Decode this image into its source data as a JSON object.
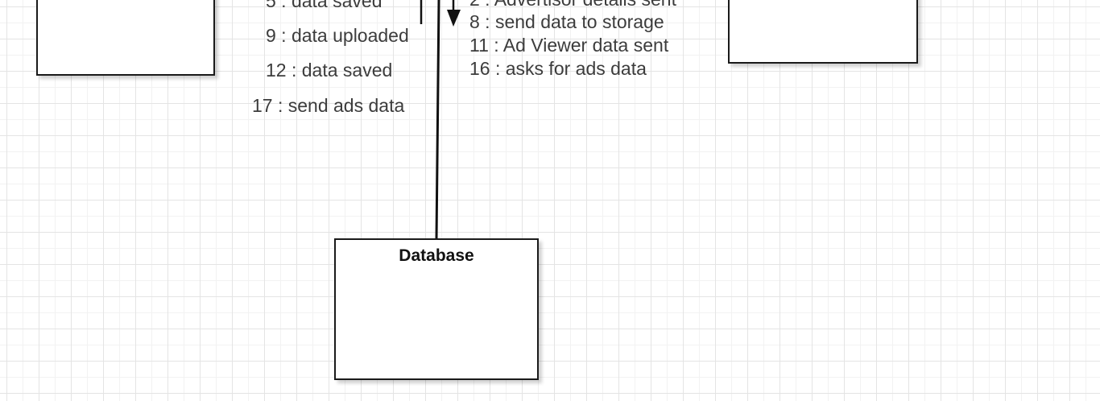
{
  "diagram": {
    "boxes": {
      "left_top": {
        "title": ""
      },
      "right_top": {
        "title": ""
      },
      "database": {
        "title": "Database"
      }
    },
    "messages_left": [
      "5 : data saved",
      "9 : data uploaded",
      "12 : data saved",
      "17 : send ads data"
    ],
    "messages_right": [
      "2 : Advertisor details sent",
      "8 : send data to storage",
      "11 : Ad Viewer data sent",
      "16 : asks for ads data"
    ],
    "colors": {
      "line": "#111111",
      "text": "#3c3c3c",
      "grid": "#e4e4e4"
    }
  }
}
